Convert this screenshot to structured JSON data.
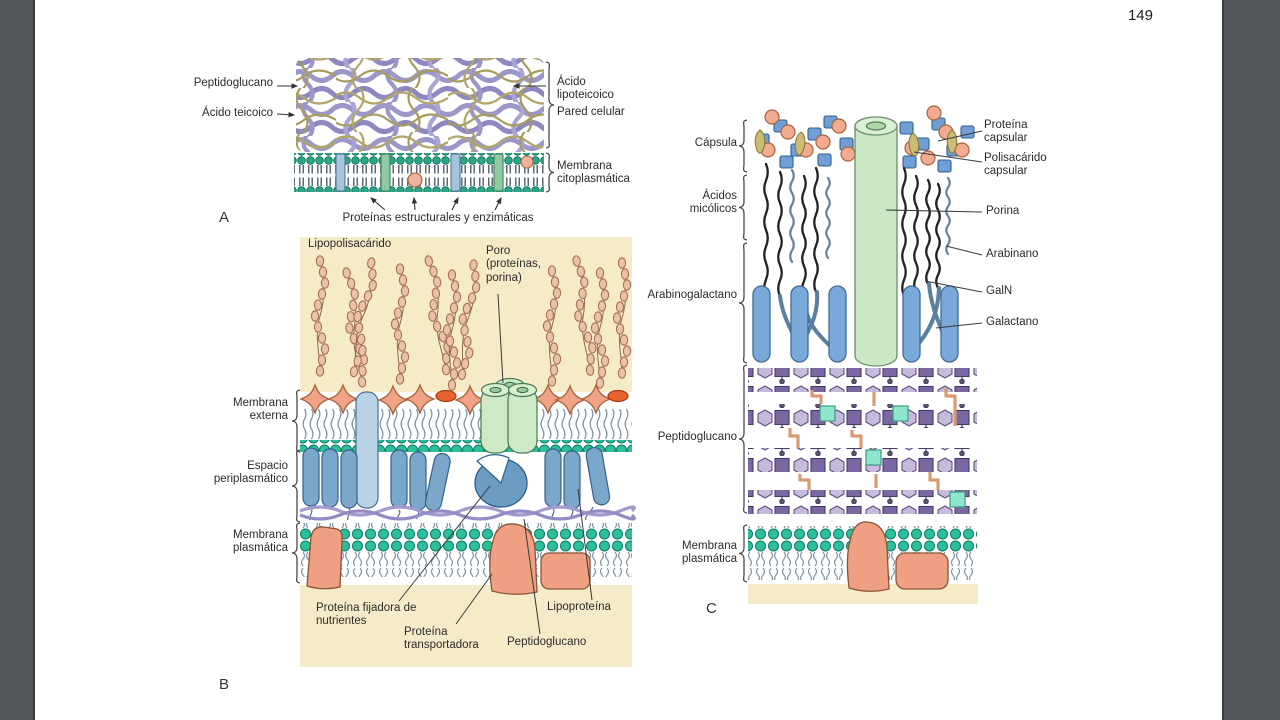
{
  "page": {
    "number": "149"
  },
  "panel_a": {
    "letter": "A",
    "labels": {
      "peptidoglucano": "Peptidoglucano",
      "acido_teicoico": "Ácido teicoico",
      "acido_lipoteicoico": "Ácido lipoteicoico",
      "pared_celular": "Pared celular",
      "membrana_citoplasmatica": "Membrana citoplasmática",
      "proteinas_estructurales": "Proteínas estructurales y enzimáticas"
    }
  },
  "panel_b": {
    "letter": "B",
    "labels": {
      "lipopolisacarido": "Lipopolisacárido",
      "poro": "Poro (proteínas, porina)",
      "membrana_externa": "Membrana externa",
      "espacio_periplasmatico": "Espacio periplasmático",
      "membrana_plasmatica": "Membrana plasmática",
      "proteina_fijadora": "Proteína fijadora de nutrientes",
      "proteina_transportadora": "Proteína transportadora",
      "peptidoglucano": "Peptidoglucano",
      "lipoproteina": "Lipoproteína"
    }
  },
  "panel_c": {
    "letter": "C",
    "labels": {
      "capsula": "Cápsula",
      "acidos_micolicos": "Ácidos micólicos",
      "arabinogalactano": "Arabinogalactano",
      "peptidoglucano": "Peptidoglucano",
      "membrana_plasmatica": "Membrana plasmática",
      "proteina_capsular": "Proteína capsular",
      "polisacarido_capsular": "Polisacárido capsular",
      "porina": "Porina",
      "arabinano": "Arabinano",
      "galn": "GalN",
      "galactano": "Galactano"
    }
  },
  "colors": {
    "rail_gray": "#53575c",
    "cream_background": "#f6ebc8",
    "teal_lipid_head": "#2bbf9b",
    "salmon_protein": "#efa083",
    "lps_bead": "#e9c2a9",
    "purple_mesh": "#9d97c9",
    "olive_strand": "#b2a567",
    "blue_protein": "#7ba7cb",
    "light_blue_protein": "#b9d2e6",
    "green_porin": "#cde9c5",
    "capsule_blue": "#6f9fd6",
    "peptidoglycan_dark": "#7b68a2",
    "peptidoglycan_light": "#c6bbdc",
    "mint_square": "#8fe5cd",
    "crosslink_salmon": "#d89a72",
    "orange_lipid": "#e8632b"
  }
}
